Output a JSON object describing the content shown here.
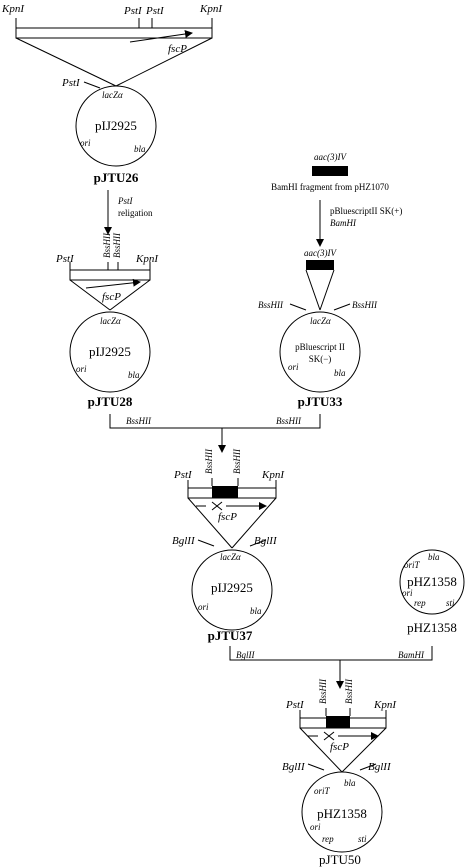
{
  "row1": {
    "plasmid_name": "pIJ2925",
    "result_label": "pJTU26",
    "insert_labels": {
      "kpn_left": "KpnI",
      "pst_a": "PstI",
      "pst_b": "PstI",
      "kpn_right": "KpnI",
      "gene": "fscP"
    },
    "site_label": "PstI",
    "lacz": "lacZα",
    "ori": "ori",
    "bla": "bla"
  },
  "step1": {
    "line1": "PstI",
    "line2": "religation"
  },
  "cassette": {
    "gene": "aac(3)IV",
    "description": "BamHI fragment from pHZ1070"
  },
  "step2": {
    "line1": "pBluescriptII SK(+)",
    "line2": "BamHI"
  },
  "row2_left": {
    "plasmid_name": "pIJ2925",
    "result_label": "pJTU28",
    "pst": "PstI",
    "bss_a": "BssHII",
    "bss_b": "BssHII",
    "kpn": "KpnI",
    "gene": "fscP",
    "lacz": "lacZα",
    "ori": "ori",
    "bla": "bla"
  },
  "row2_right": {
    "gene": "aac(3)IV",
    "bss_left": "BssHII",
    "bss_right": "BssHII",
    "lacz": "lacZα",
    "plasmid_line1": "pBluescript II",
    "plasmid_line2": "SK(−)",
    "ori": "ori",
    "bla": "bla",
    "result_label": "pJTU33"
  },
  "join1": {
    "left": "BssHII",
    "right": "BssHII"
  },
  "row3_left": {
    "pst": "PstI",
    "bss_a": "BssHII",
    "bss_b": "BssHII",
    "kpn": "KpnI",
    "gene": "fscP",
    "bgl_left": "BglII",
    "bgl_right": "BglII",
    "lacz": "lacZα",
    "plasmid_name": "pIJ2925",
    "ori": "ori",
    "bla": "bla",
    "result_label": "pJTU37"
  },
  "row3_right": {
    "oriT": "oriT",
    "bla": "bla",
    "plasmid_name": "pHZ1358",
    "ori": "ori",
    "rep": "rep",
    "sti": "sti",
    "result_label": "pHZ1358"
  },
  "join2": {
    "left": "BglII",
    "right": "BamHI"
  },
  "row4": {
    "pst": "PstI",
    "bss_a": "BssHII",
    "bss_b": "BssHII",
    "kpn": "KpnI",
    "gene": "fscP",
    "bgl_left": "BglII",
    "bgl_right": "BglII",
    "oriT": "oriT",
    "bla": "bla",
    "plasmid_name": "pHZ1358",
    "ori": "ori",
    "rep": "rep",
    "sti": "sti",
    "result_label": "pJTU50"
  }
}
